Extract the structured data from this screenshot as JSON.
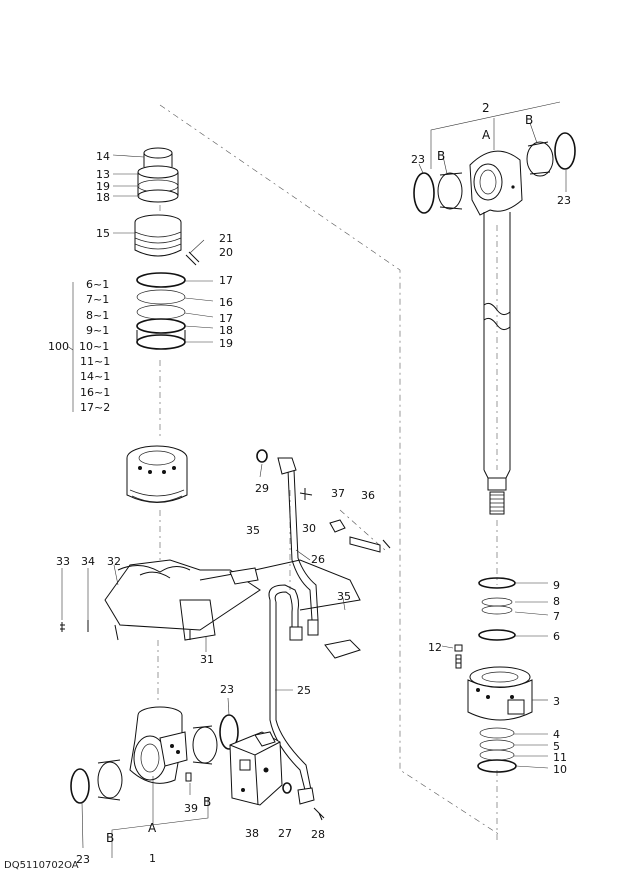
{
  "labels": {
    "n1": "1",
    "n2": "2",
    "n3": "3",
    "n4": "4",
    "n5": "5",
    "n6": "6",
    "n7": "7",
    "n8": "8",
    "n9": "9",
    "n10": "10",
    "n11": "11",
    "n12": "12",
    "n13": "13",
    "n14": "14",
    "n15": "15",
    "n16": "16",
    "n17a": "17",
    "n17b": "17",
    "n18a": "18",
    "n18b": "18",
    "n19a": "19",
    "n19b": "19",
    "n20": "20",
    "n21": "21",
    "n23a": "23",
    "n23b": "23",
    "n23c": "23",
    "n23d": "23",
    "n25": "25",
    "n26": "26",
    "n27": "27",
    "n28": "28",
    "n29": "29",
    "n30": "30",
    "n31": "31",
    "n32": "32",
    "n33": "33",
    "n34": "34",
    "n35a": "35",
    "n35b": "35",
    "n36": "36",
    "n37": "37",
    "n38": "38",
    "n39": "39",
    "A_top": "A",
    "B_top_left": "B",
    "B_top_right": "B",
    "A_bottom": "A",
    "B_bottom_left": "B",
    "B_bottom_right": "B"
  },
  "kit_list": [
    "6~1",
    "7~1",
    "8~1",
    "9~1",
    "10~1",
    "11~1",
    "14~1",
    "16~1",
    "17~2"
  ],
  "kit_group": "100",
  "footer_code": "DQ5110702OA"
}
